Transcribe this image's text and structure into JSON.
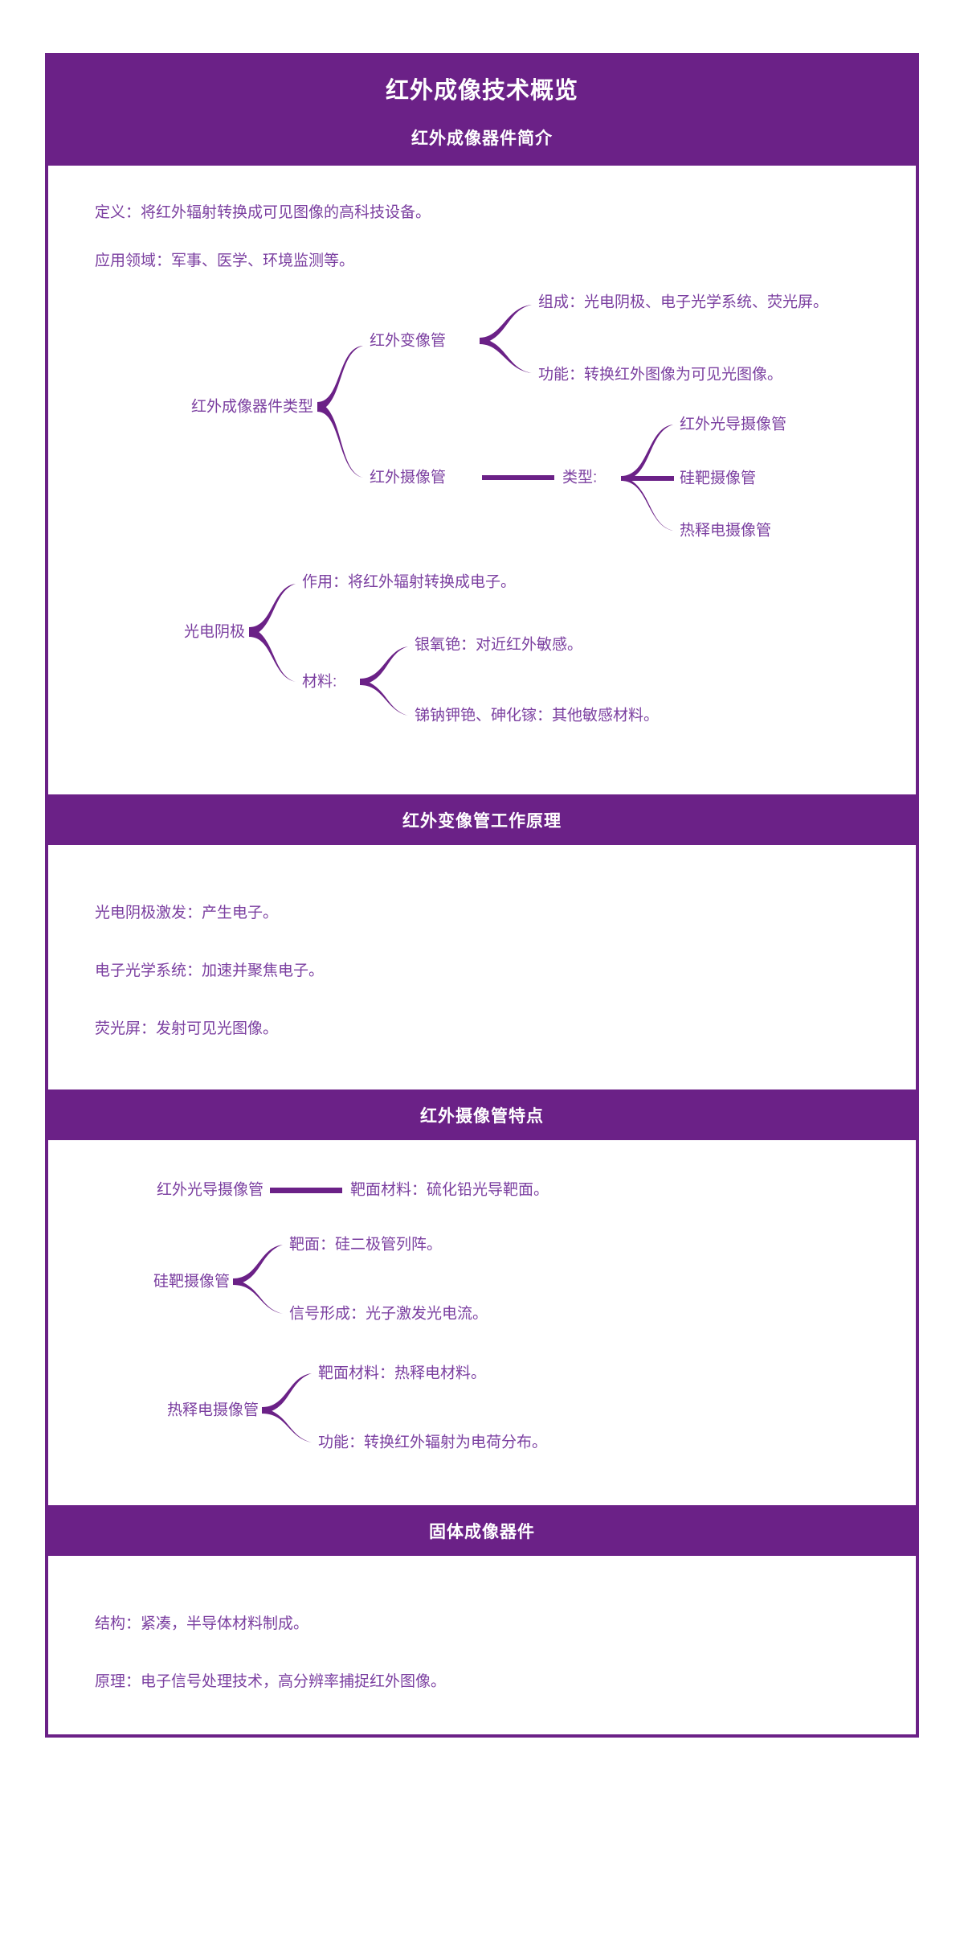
{
  "header": {
    "main_title": "红外成像技术概览",
    "sub_title": "红外成像器件简介"
  },
  "section1": {
    "statements": [
      "定义：将红外辐射转换成可见图像的高科技设备。",
      "应用领域：军事、医学、环境监测等。"
    ],
    "map1": {
      "root": "红外成像器件类型",
      "branch1": "红外变像管",
      "branch1_leaf1": "组成：光电阴极、电子光学系统、荧光屏。",
      "branch1_leaf2": "功能：转换红外图像为可见光图像。",
      "branch2": "红外摄像管",
      "branch2_mid": "类型:",
      "branch2_leaf1": "红外光导摄像管",
      "branch2_leaf2": "硅靶摄像管",
      "branch2_leaf3": "热释电摄像管"
    },
    "map2": {
      "root": "光电阴极",
      "leaf1": "作用：将红外辐射转换成电子。",
      "mid": "材料:",
      "mid_leaf1": "银氧铯：对近红外敏感。",
      "mid_leaf2": "锑钠钾铯、砷化镓：其他敏感材料。"
    }
  },
  "section2": {
    "title": "红外变像管工作原理",
    "statements": [
      "光电阴极激发：产生电子。",
      "电子光学系统：加速并聚焦电子。",
      "荧光屏：发射可见光图像。"
    ]
  },
  "section3": {
    "title": "红外摄像管特点",
    "map1": {
      "root": "红外光导摄像管",
      "leaf": "靶面材料：硫化铅光导靶面。"
    },
    "map2": {
      "root": "硅靶摄像管",
      "leaf1": "靶面：硅二极管列阵。",
      "leaf2": "信号形成：光子激发光电流。"
    },
    "map3": {
      "root": "热释电摄像管",
      "leaf1": "靶面材料：热释电材料。",
      "leaf2": "功能：转换红外辐射为电荷分布。"
    }
  },
  "section4": {
    "title": "固体成像器件",
    "statements": [
      "结构：紧凑，半导体材料制成。",
      "原理：电子信号处理技术，高分辨率捕捉红外图像。"
    ]
  },
  "colors": {
    "purple_bar": "#6B2187",
    "text_purple": "#7B3FA0",
    "line_purple": "#6B2187"
  }
}
